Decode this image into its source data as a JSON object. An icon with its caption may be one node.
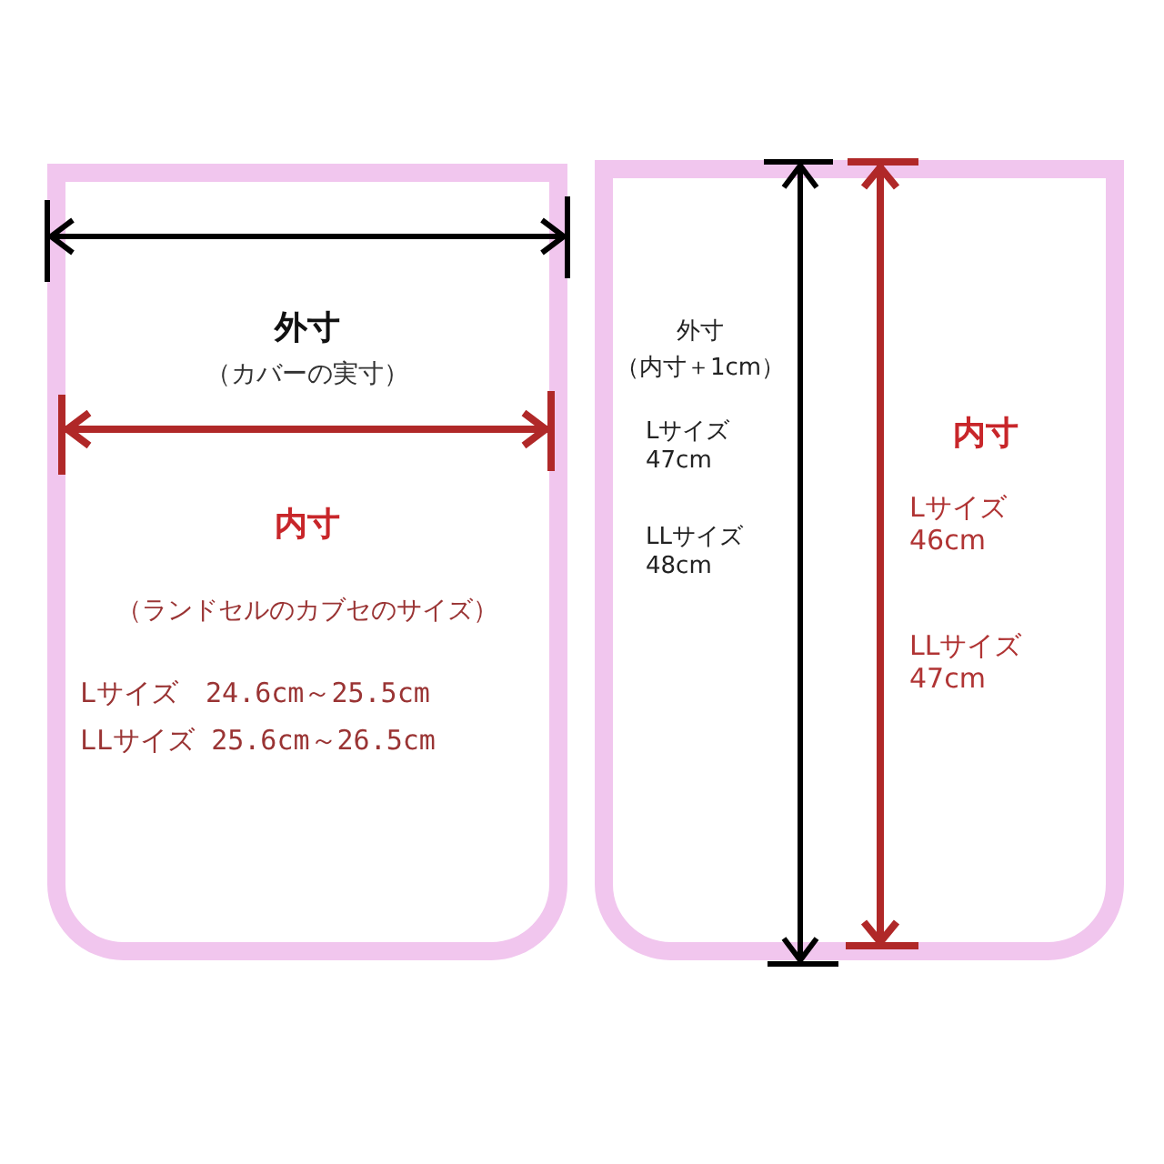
{
  "diagram": {
    "nodes": [
      {
        "text": [
          "外寸",
          "（カバーの実寸）",
          "内寸",
          "（ランドセルのカブセのサイズ）",
          "Lサイズ　24.6cm～25.5cm",
          "LLサイズ 25.6cm～26.5cm"
        ]
      },
      {
        "text": [
          "外寸",
          "（内寸＋1cm）",
          "Lサイズ 47cm",
          "LLサイズ 48cm",
          "内寸",
          "Lサイズ 46cm",
          "LLサイズ 47cm"
        ]
      }
    ]
  }
}
